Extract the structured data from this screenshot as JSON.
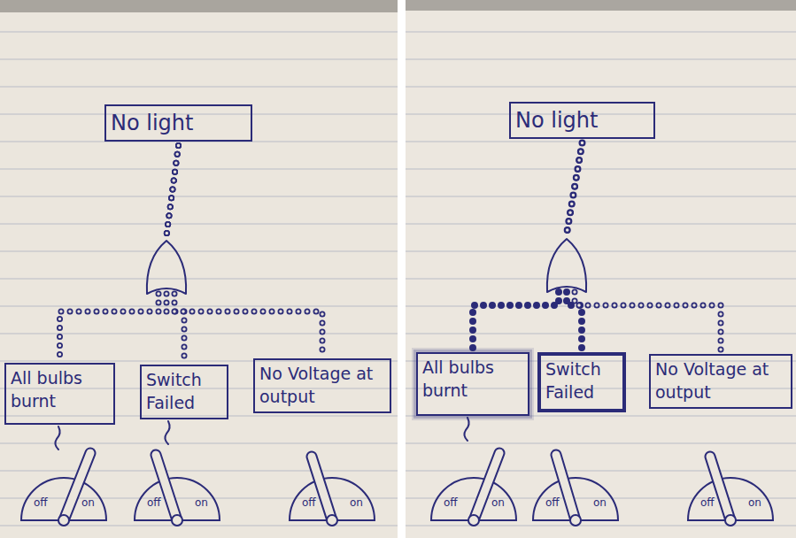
{
  "diagram": {
    "nodes": [
      {
        "text": [
          "No light"
        ]
      },
      {
        "text": [
          "All bulbs burnt"
        ]
      },
      {
        "text": [
          "Switch Failed"
        ]
      },
      {
        "text": [
          "No Voltage at output"
        ]
      },
      {
        "text": [
          "No light"
        ]
      },
      {
        "text": [
          "All bulbs burnt"
        ]
      },
      {
        "text": [
          "Switch Failed"
        ]
      },
      {
        "text": [
          "No Voltage at output"
        ]
      }
    ],
    "edges": [
      {
        "from": 0,
        "to": 1,
        "arrow": "none"
      },
      {
        "from": 0,
        "to": 2,
        "arrow": "none"
      },
      {
        "from": 0,
        "to": 3,
        "arrow": "none"
      },
      {
        "from": 4,
        "to": 5,
        "arrow": "none"
      },
      {
        "from": 4,
        "to": 6,
        "arrow": "none"
      },
      {
        "from": 4,
        "to": 7,
        "arrow": "none"
      }
    ],
    "labels": [
      "off",
      "on",
      "off",
      "on",
      "off",
      "on",
      "off",
      "on",
      "off",
      "on",
      "off",
      "on"
    ]
  }
}
